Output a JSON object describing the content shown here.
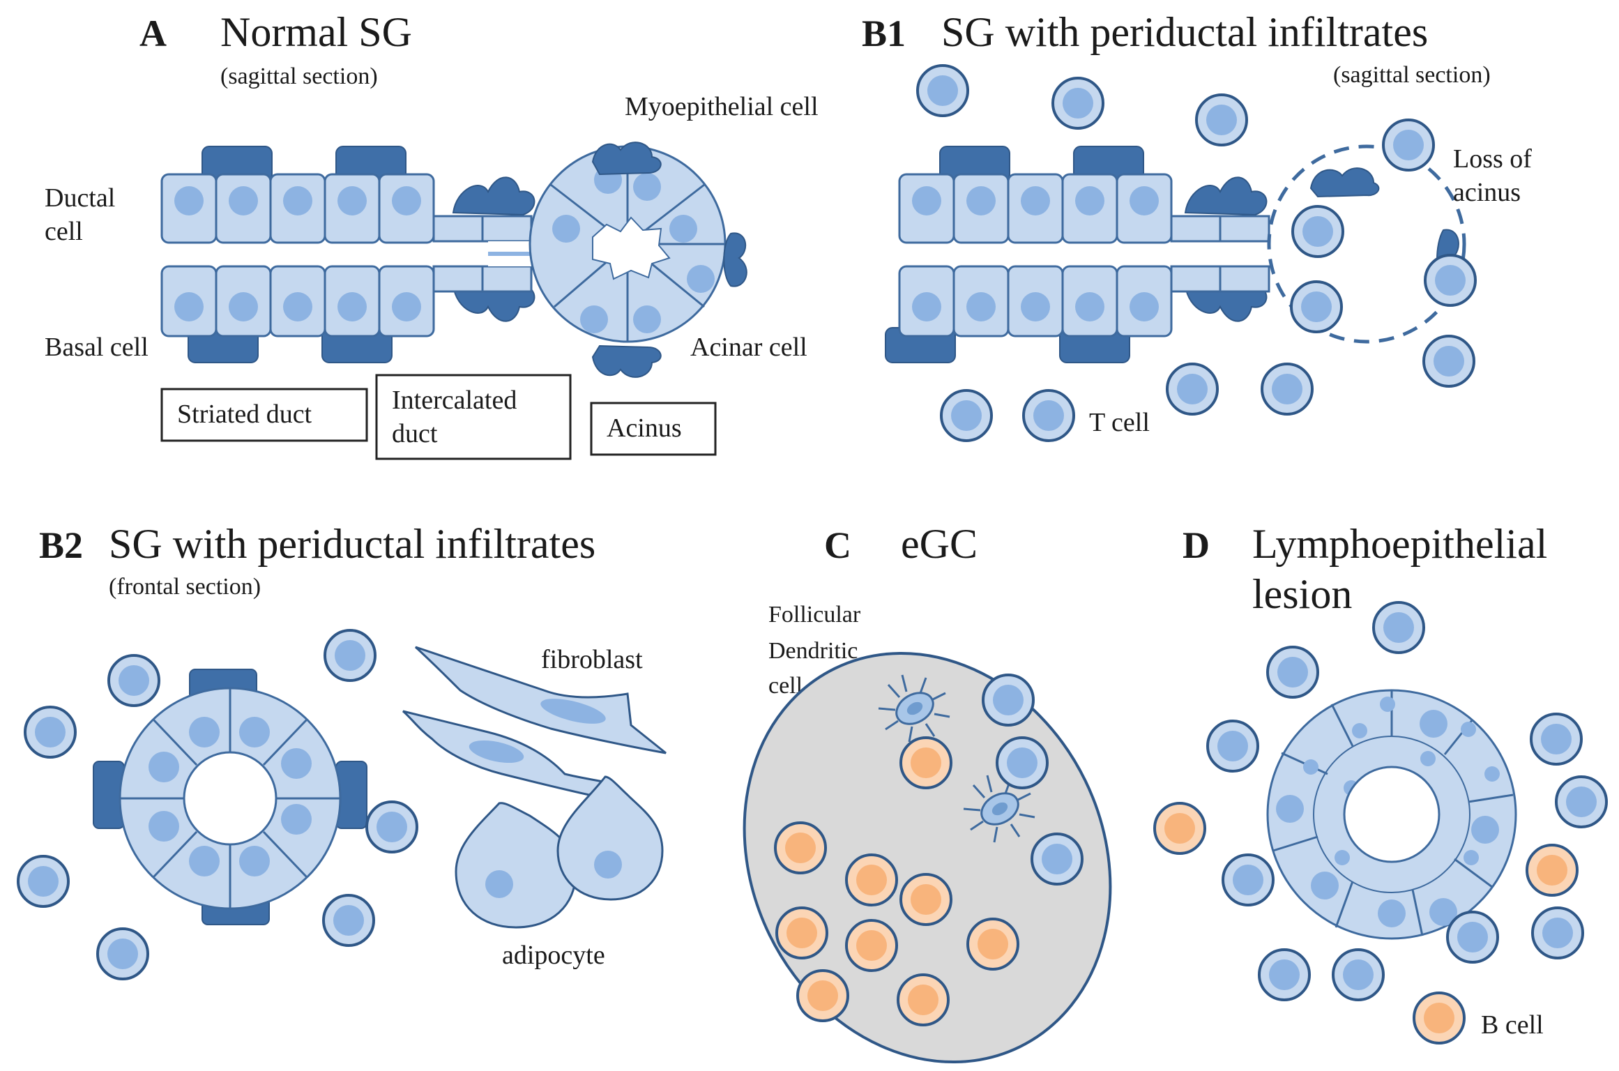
{
  "panels": {
    "A": {
      "letter": "A",
      "title": "Normal SG",
      "subtitle": "(sagittal section)",
      "labels": {
        "myoepithelial": "Myoepithelial cell",
        "ductal_1": "Ductal",
        "ductal_2": "cell",
        "basal": "Basal cell",
        "acinar": "Acinar cell",
        "striated": "Striated  duct",
        "intercalated_1": "Intercalated",
        "intercalated_2": "duct",
        "acinus": "Acinus"
      }
    },
    "B1": {
      "letter": "B1",
      "title": "SG with periductal infiltrates",
      "subtitle": "(sagittal section)",
      "labels": {
        "loss_1": "Loss of",
        "loss_2": "acinus",
        "tcell": "T cell"
      }
    },
    "B2": {
      "letter": "B2",
      "title": "SG with periductal infiltrates",
      "subtitle": "(frontal section)",
      "labels": {
        "fibroblast": "fibroblast",
        "adipocyte": "adipocyte"
      }
    },
    "C": {
      "letter": "C",
      "title": "eGC",
      "labels": {
        "fdc_1": "Follicular",
        "fdc_2": "Dendritic",
        "fdc_3": "cell"
      }
    },
    "D": {
      "letter": "D",
      "title_1": "Lymphoepithelial",
      "title_2": "lesion",
      "labels": {
        "bcell": "B cell"
      }
    }
  },
  "colors": {
    "cell_fill": "#c5d8ef",
    "nucleus": "#8db3e2",
    "outline": "#2f5787",
    "basal_dark": "#3f6fa8",
    "bcell_fill": "#fbd5b5",
    "bcell_nucleus": "#f8b47c",
    "gc_background": "#d9d9d9"
  }
}
